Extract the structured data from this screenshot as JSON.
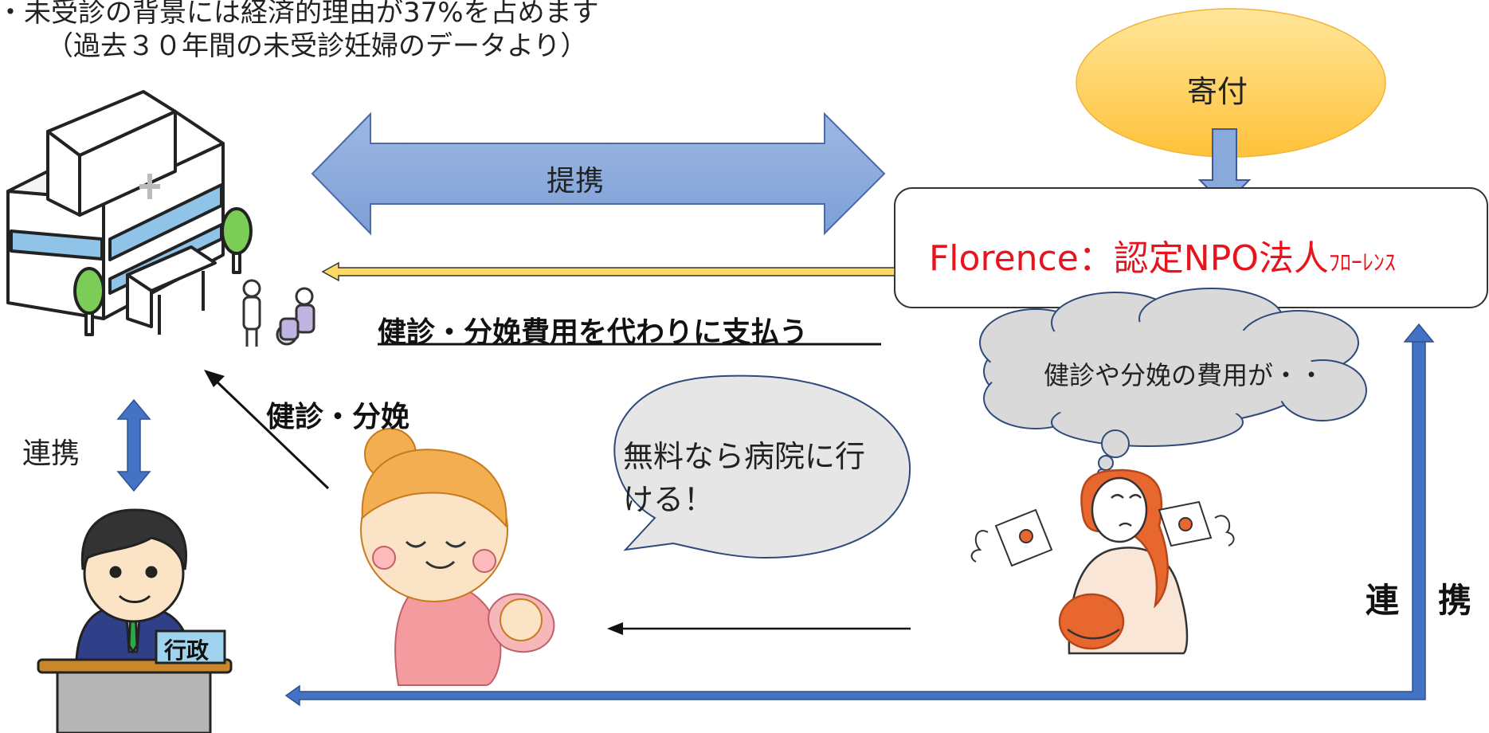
{
  "intro": {
    "line1": "・未受診の背景には経済的理由が37%を占めます",
    "line2": "（過去３０年間の未受診妊婦のデータより）"
  },
  "donation": {
    "label": "寄付"
  },
  "partnership": {
    "label": "提携"
  },
  "npo": {
    "name": "Florence：認定NPO法人",
    "kana": "ﾌﾛｰﾚﾝｽ"
  },
  "payment": {
    "label": "健診・分娩費用を代わりに支払う"
  },
  "worry_bubble": {
    "text": "健診や分娩の費用が・・"
  },
  "checkup_label": "健診・分娩",
  "cooperation_left": "連携",
  "speech": {
    "line1": "無料なら病院に行",
    "line2": "ける！"
  },
  "cooperation_right": {
    "char1": "連",
    "char2": "携"
  },
  "government_sign": "行政",
  "colors": {
    "blue_arrow": "#8aa9db",
    "dark_blue": "#4472c4",
    "yellow_arrow": "#ffd966",
    "donation_fill": "#ffc94d",
    "npo_text": "#e8141d",
    "bubble_fill": "#d9d9d9"
  },
  "icons": [
    "hospital-icon",
    "government-officer-icon",
    "pregnant-woman-icon",
    "worried-woman-icon",
    "flying-money-icon"
  ]
}
